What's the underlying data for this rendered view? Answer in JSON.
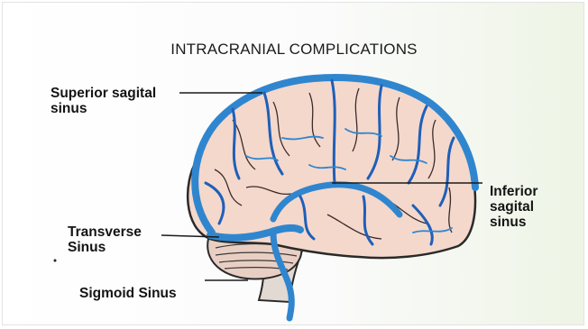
{
  "title": "INTRACRANIAL COMPLICATIONS",
  "labels": {
    "superior": [
      "Superior sagital",
      "sinus"
    ],
    "inferior": [
      "Inferior",
      "sagital",
      "sinus"
    ],
    "transverse": [
      "Transverse",
      "Sinus"
    ],
    "sigmoid": [
      "Sigmoid Sinus"
    ]
  },
  "colors": {
    "vessel": "#2f86cf",
    "vessel_dark": "#1f4fa6",
    "brain": "#f4d8cc",
    "outline": "#2a2a2a",
    "cerebellum": "#e9cfc3",
    "stem": "#e3d9d3"
  }
}
